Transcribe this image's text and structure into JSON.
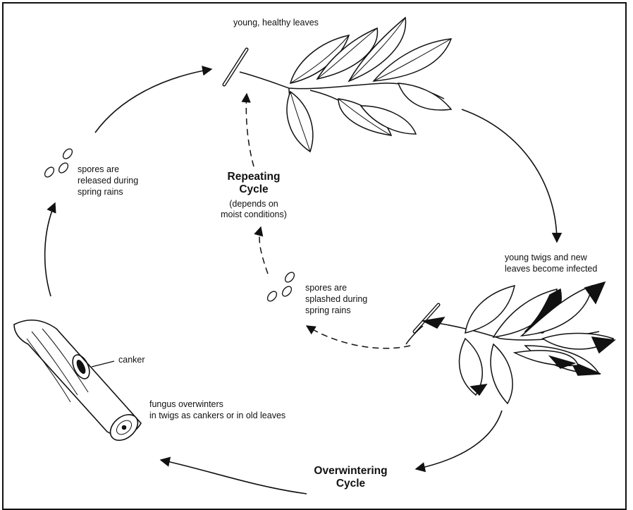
{
  "labels": {
    "healthy_leaves": "young, healthy leaves",
    "released": [
      "spores are",
      "released during",
      "spring rains"
    ],
    "repeating_title": [
      "Repeating",
      "Cycle"
    ],
    "repeating_sub": [
      "(depends on",
      "moist conditions)"
    ],
    "infected": [
      "young twigs and new",
      "leaves become infected"
    ],
    "splashed": [
      "spores are",
      "splashed during",
      "spring rains"
    ],
    "canker": "canker",
    "overwinters": [
      "fungus overwinters",
      "in twigs as cankers or in old leaves"
    ],
    "overwintering_title": [
      "Overwintering",
      "Cycle"
    ]
  },
  "colors": {
    "ink": "#111111",
    "background": "#ffffff"
  }
}
